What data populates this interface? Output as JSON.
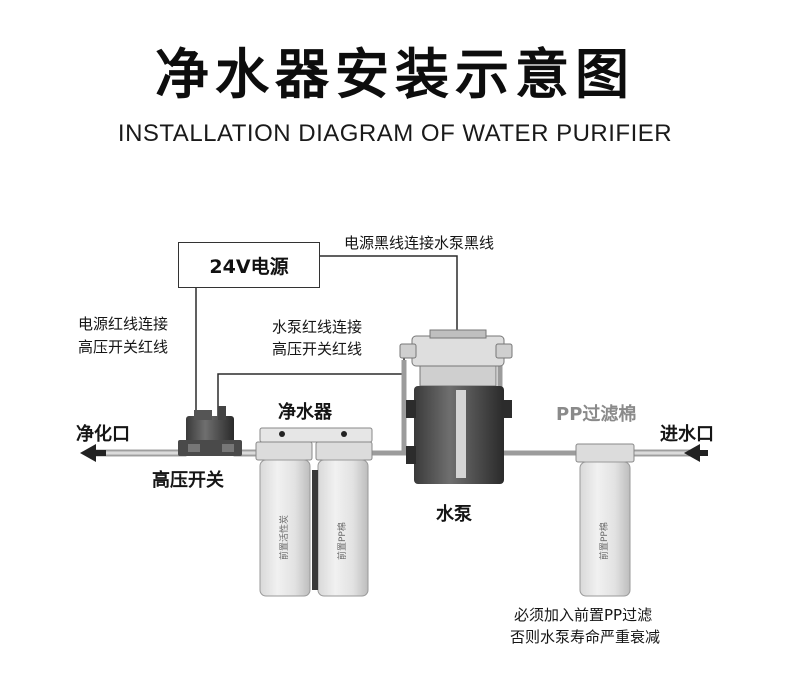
{
  "title": "净水器安装示意图",
  "subtitle": "INSTALLATION DIAGRAM OF WATER PURIFIER",
  "power_supply": "24V电源",
  "labels": {
    "black_wire": "电源黑线连接水泵黑线",
    "power_red_line1": "电源红线连接",
    "power_red_line2": "高压开关红线",
    "pump_red_line1": "水泵红线连接",
    "pump_red_line2": "高压开关红线",
    "outlet": "净化口",
    "inlet": "进水口",
    "purifier": "净水器",
    "pp_filter": "PP过滤棉",
    "switch": "高压开关",
    "pump": "水泵",
    "note_line1": "必须加入前置PP过滤",
    "note_line2": "否则水泵寿命严重衰减"
  },
  "cartridge_text": {
    "left": "前置活性炭",
    "middle": "前置PP棉",
    "right": "前置PP棉"
  }
}
